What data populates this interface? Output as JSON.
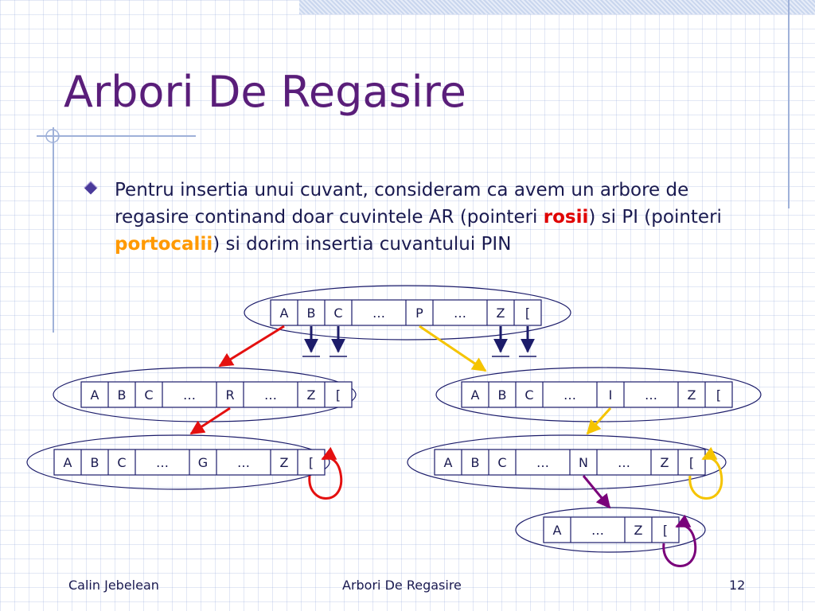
{
  "slide": {
    "title": "Arbori De Regasire",
    "bullet": {
      "text_part1": "Pentru insertia unui cuvant, consideram ca avem un arbore de regasire continand doar cuvintele AR (pointeri ",
      "red_word": "rosii",
      "text_part2": ") si PI (pointeri ",
      "orange_word": "portocalii",
      "text_part3": ") si dorim insertia cuvantului PIN"
    }
  },
  "diagram": {
    "nodes": [
      {
        "id": "root",
        "cells": [
          "A",
          "B",
          "C",
          "…",
          "P",
          "…",
          "Z",
          "["
        ]
      },
      {
        "id": "node-a",
        "cells": [
          "A",
          "B",
          "C",
          "…",
          "R",
          "…",
          "Z",
          "["
        ]
      },
      {
        "id": "node-p",
        "cells": [
          "A",
          "B",
          "C",
          "…",
          "I",
          "…",
          "Z",
          "["
        ]
      },
      {
        "id": "node-ar",
        "cells": [
          "A",
          "B",
          "C",
          "…",
          "G",
          "…",
          "Z",
          "["
        ]
      },
      {
        "id": "node-pi",
        "cells": [
          "A",
          "B",
          "C",
          "…",
          "N",
          "…",
          "Z",
          "["
        ]
      },
      {
        "id": "node-pin",
        "cells": [
          "A",
          "…",
          "Z",
          "["
        ]
      }
    ],
    "colors": {
      "red": "#e41010",
      "orange": "#f5c400",
      "purple": "#7a007a",
      "outline": "#1c1c6a"
    }
  },
  "footer": {
    "author": "Calin Jebelean",
    "title": "Arbori De Regasire",
    "page": "12"
  }
}
